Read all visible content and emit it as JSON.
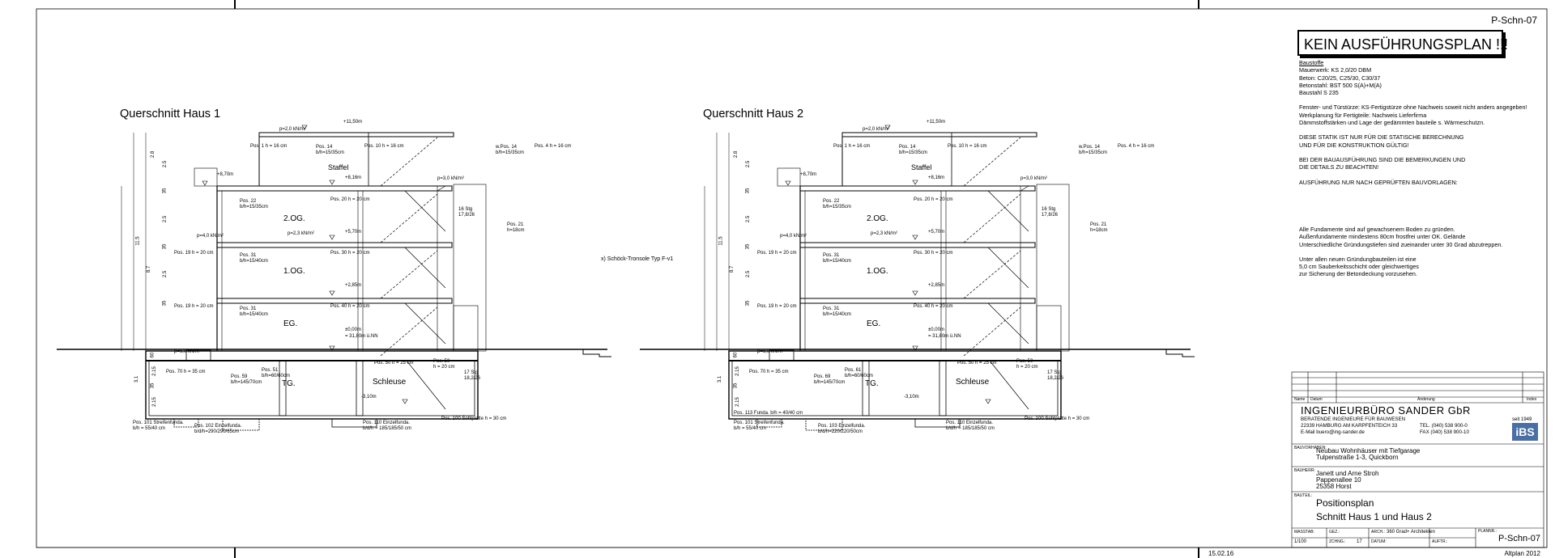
{
  "sheet": {
    "sheet_id": "P-Schn-07",
    "warning": "KEIN AUSFÜHRUNGSPLAN !!!",
    "date": "15.02.16",
    "plan_version": "Altplan 2012"
  },
  "notes": {
    "heading": "Baustoffe",
    "materials": [
      "Mauerwerk: KS 2,0/20 DBM",
      "Beton:  C20/25, C25/30, C30/37",
      "Betonstahl: BST 500 S(A)+M(A)",
      "Baustahl   S 235"
    ],
    "general": [
      "Fenster- und Türstürze: KS-Fertigstürze ohne Nachweis soweit nicht anders angegeben!",
      "Werkplanung für Fertigteile: Nachweis Lieferfirma",
      "Dämmstoffstärken und Lage der gedämmten bauteile s. Wärmeschutzn."
    ],
    "static_notice": [
      "DIESE STATIK IST NUR FÜR DIE STATISCHE BERECHNUNG",
      "UND FÜR DIE KONSTRUKTION GÜLTIG!"
    ],
    "construction_notice": [
      "BEI DER BAUAUSFÜHRUNG SIND DIE BEMERKUNGEN UND",
      "DIE DETAILS ZU BEACHTEN!"
    ],
    "approval_notice": "AUSFÜHRUNG NUR NACH GEPRÜFTEN BAUVORLAGEN:",
    "foundations": [
      "Alle Fundamente sind auf gewachsenem Boden zu gründen.",
      "Außenfundamente mindestens 80cm frostfrei unter OK. Gelände",
      "Unterschiedliche Gründungstiefen sind zueinander unter 30 Grad abzutreppen."
    ],
    "blinding": [
      "Unter allen neuen Gründungbauteilen ist eine",
      "5,0 cm Sauberkeitsschicht oder gleichwertiges",
      "zur Sicherung der Betondeckung vorzusehen."
    ]
  },
  "annotation": "x)  Schöck-Tronsole Typ F-v1",
  "sections": [
    {
      "title": "Querschnitt Haus 1",
      "rooms": [
        "Staffel",
        "2.OG.",
        "1.OG.",
        "EG.",
        "TG.",
        "Schleuse"
      ],
      "levels": [
        "+11,50m",
        "+8,70m",
        "+8,16m",
        "+5,70m",
        "+2,85m",
        "±0,00m",
        "= 31,80m ü.NN",
        "-3,10m"
      ],
      "dims_vertical": [
        "2.8",
        "2.5",
        "35",
        "2.5",
        "35",
        "2.5",
        "35",
        "60",
        "2.15",
        "35",
        "2.15",
        "11.5",
        "8.7",
        "3.1"
      ],
      "positions": [
        "Pos. 1  h = 16 cm",
        "Pos. 14",
        "b/h=15/35cm",
        "Pos. 10  h = 16 cm",
        "w.Pos. 14",
        "b/h=15/35cm",
        "Pos. 4  h = 16 cm",
        "Pos. 22",
        "b/h=15/35cm",
        "Pos. 20  h = 20 cm",
        "Pos. 19  h = 20 cm",
        "Pos. 31",
        "b/h=15/40cm",
        "Pos. 30  h = 20 cm",
        "Pos. 19  h = 20 cm",
        "Pos. 31",
        "b/h=15/40cm",
        "Pos. 40  h = 20 cm",
        "Pos. 70  h = 35 cm",
        "Pos. 59",
        "b/h=145/70cm",
        "Pos. 51",
        "b/h=60/60cm",
        "Pos. 50  h = 25 cm",
        "Pos. 101 Streifenfunda.",
        "b/h = 55/40 cm",
        "Pos. 102 Einzelfunda.",
        "b/d/h=290/290/65cm",
        "Pos. 110 Einzelfunda.",
        "b/d/h = 185/185/50 cm",
        "Pos. 100 Sohlplatte  h = 30 cm"
      ],
      "loads": [
        "p=2,0 kN/m²",
        "p=2,3 kN/m²",
        "p=4,0 kN/m²",
        "p=3,0 kN/m²",
        "p=5,0 kN/m²"
      ],
      "stairs": [
        "16 Stg",
        "17,8/26",
        "17 Stg",
        "18,2/26",
        "Pos. 21",
        "h=18cm",
        "Pos. 50",
        "h = 20 cm"
      ]
    },
    {
      "title": "Querschnitt Haus 2",
      "rooms": [
        "Staffel",
        "2.OG.",
        "1.OG.",
        "EG.",
        "TG.",
        "Schleuse"
      ],
      "levels": [
        "+11,50m",
        "+8,70m",
        "+8,16m",
        "+5,70m",
        "+2,85m",
        "±0,00m",
        "= 31,80m ü.NN",
        "-3,10m"
      ],
      "dims_vertical": [
        "2.8",
        "2.5",
        "35",
        "2.5",
        "35",
        "2.5",
        "35",
        "60",
        "2.15",
        "35",
        "2.15",
        "11.5",
        "8.7",
        "3.1"
      ],
      "positions": [
        "Pos. 1  h = 16 cm",
        "Pos. 14",
        "b/h=15/35cm",
        "Pos. 10  h = 16 cm",
        "w.Pos. 14",
        "b/h=15/35cm",
        "Pos. 4  h = 16 cm",
        "Pos. 22",
        "b/h=15/35cm",
        "Pos. 20  h = 20 cm",
        "Pos. 19  h = 20 cm",
        "Pos. 31",
        "b/h=15/40cm",
        "Pos. 30  h = 20 cm",
        "Pos. 19  h = 20 cm",
        "Pos. 31",
        "b/h=15/40cm",
        "Pos. 40  h = 20 cm",
        "Pos. 70  h = 35 cm",
        "Pos. 69",
        "b/h=145/70cm",
        "Pos. 61",
        "b/h=60/60cm",
        "Pos. 50  h = 25 cm",
        "Pos. 113 Funda.  b/h = 40/40 cm",
        "Pos. 101 Streifenfunda.",
        "b/h = 55/40 cm",
        "Pos. 103 Einzelfunda.",
        "b/d/h=220/220/50cm",
        "Pos. 110 Einzelfunda.",
        "b/d/h = 185/185/50 cm",
        "Pos. 100 Sohlplatte  h = 30 cm"
      ],
      "loads": [
        "p=2,0 kN/m²",
        "p=2,3 kN/m²",
        "p=4,0 kN/m²",
        "p=3,0 kN/m²",
        "p=5,0 kN/m²"
      ],
      "stairs": [
        "16 Stg",
        "17,8/26",
        "17 Stg",
        "18,2/26",
        "Pos. 21",
        "h=18cm",
        "Pos. 50",
        "h = 20 cm"
      ]
    }
  ],
  "titleblock": {
    "rev_headers": [
      "Name",
      "Datum",
      "Änderung",
      "Index"
    ],
    "firm": "INGENIEURBÜRO SANDER GbR",
    "since": "seit 1949",
    "subtitle": "BERATENDE INGENIEURE FÜR BAUWESEN",
    "address": "22339 HAMBURG AM KARPFENTEICH 33",
    "email": "E-Mail buero@ing-sander.de",
    "tel": "TEL. (040) 538 900-0",
    "fax": "FAX (040) 538 900-10",
    "logo": "iBS",
    "project_label": "BAUVORHABEN:",
    "project": "Neubau Wohnhäuser mit Tiefgarage",
    "project_address": "Tulpenstraße 1-3,        Quickborn",
    "client_label": "BAUHERR:",
    "client": [
      "Janett und Arne Stroh",
      "Pappenallee 10",
      "25358 Horst"
    ],
    "part_label": "BAUTEIL:",
    "part": [
      "Positionsplan",
      "Schnitt  Haus 1 und Haus 2"
    ],
    "scale_label": "MASSTAB:",
    "scale": "1/100",
    "drawn_label": "GEZ.:",
    "drawing_no_label": "ZCHNG.:",
    "drawing_no": "17",
    "arch_label": "ARCH.:",
    "arch": "360 Grad+ Architekten",
    "date_label": "DATUM:",
    "order_label": "AUFTR.:",
    "plan_label": "PLANNR.:",
    "plan_no": "P-Schn-07"
  }
}
